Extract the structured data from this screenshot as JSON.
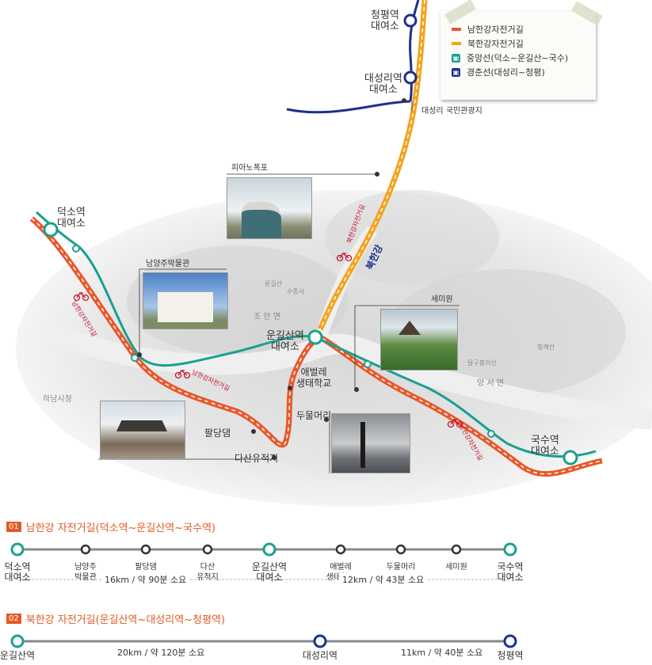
{
  "legend": {
    "south_trail": "남한강자전거길",
    "north_trail": "북한강자전거길",
    "jungang_line": "중앙선(덕소~운길산~국수)",
    "gyeongchun_line": "경춘선(대성리~청평)",
    "colors": {
      "south": "#e8582a",
      "north": "#f2a31b",
      "jungang": "#1aa091",
      "gyeongchun": "#1e2f8c"
    }
  },
  "map_labels": {
    "cheongpyeong": [
      "청평역",
      "대여소"
    ],
    "daeseongri": [
      "대성리역",
      "대여소"
    ],
    "daeseongri_park": "대성리 국민관광지",
    "piano_falls": "피아노폭포",
    "deokso": [
      "덕소역",
      "대여소"
    ],
    "namyangju_museum": "남양주박물관",
    "ungilsan": [
      "운길산역",
      "대여소"
    ],
    "semiwon": "세미원",
    "aebeolle": [
      "애벌레",
      "생태학교"
    ],
    "dumulmeori": "두물머리",
    "paldang_dam": "팔당댐",
    "dasan": "다산유적지",
    "guksu": [
      "국수역",
      "대여소"
    ],
    "river_bukhan": "북한강",
    "trail_north_tag": "북한강자전거길",
    "trail_south_tag": "남한강자전거길",
    "bg_ungilsan": "운길산",
    "bg_suyangsa": "수종사",
    "bg_joan": "조 안 면",
    "bg_yangseo": "양 서 면",
    "bg_hanam": "하남시청",
    "bg_dalgu": "달구봉이산",
    "bg_cheonggye": "청계산"
  },
  "route1": {
    "num": "01",
    "title": "남한강 자전거길(덕소역~운길산역~국수역)",
    "stops": [
      {
        "name": [
          "덕소역",
          "대여소"
        ],
        "major": true
      },
      {
        "name": [
          "남양주",
          "박물관"
        ],
        "major": false
      },
      {
        "name": [
          "팔당댐"
        ],
        "major": false
      },
      {
        "name": [
          "다산",
          "유적지"
        ],
        "major": false
      },
      {
        "name": [
          "운길산역",
          "대여소"
        ],
        "major": true
      },
      {
        "name": [
          "애벌레",
          "생태학교"
        ],
        "major": false
      },
      {
        "name": [
          "두물머리"
        ],
        "major": false
      },
      {
        "name": [
          "세미원"
        ],
        "major": false
      },
      {
        "name": [
          "국수역",
          "대여소"
        ],
        "major": true
      }
    ],
    "dur1": "16km / 약 90분 소요",
    "dur2": "12km / 약 43분 소요"
  },
  "route2": {
    "num": "02",
    "title": "북한강 자전거길(운길산역~대성리역~청평역)",
    "stops": [
      "운길산역",
      "대성리역",
      "청평역"
    ],
    "dur1": "20km / 약 120분 소요",
    "dur2": "11km / 약 40분 소요"
  }
}
